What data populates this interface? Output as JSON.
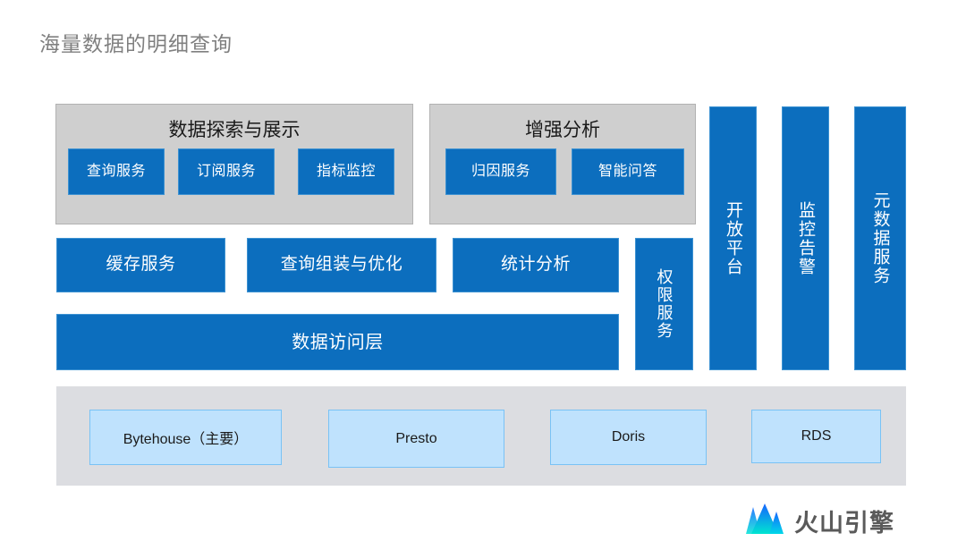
{
  "slide": {
    "title": "海量数据的明细查询",
    "colors": {
      "title_gray": "#808080",
      "panel_gray": "#cfcfcf",
      "panel_border": "#b2b2b2",
      "primary_blue": "#0C6EBE",
      "blue_border": "#3d92d2",
      "storage_band": "#dcdde1",
      "storage_fill": "#bfe2fd",
      "storage_border": "#79c2f5",
      "logo_blue": "#1664FF",
      "logo_cyan": "#00E5D1"
    }
  },
  "groups": [
    {
      "name": "data-exploration",
      "title": "数据探索与展示",
      "boxes": [
        {
          "label": "查询服务"
        },
        {
          "label": "订阅服务"
        },
        {
          "label": "指标监控"
        }
      ]
    },
    {
      "name": "augmented-analytics",
      "title": "增强分析",
      "boxes": [
        {
          "label": "归因服务"
        },
        {
          "label": "智能问答"
        }
      ]
    }
  ],
  "side_columns": [
    {
      "label": "开放平台"
    },
    {
      "label": "监控告警"
    },
    {
      "label": "元数据服务"
    }
  ],
  "service_row": [
    {
      "label": "缓存服务"
    },
    {
      "label": "查询组装与优化"
    },
    {
      "label": "统计分析"
    }
  ],
  "auth_column": {
    "label": "权限服务"
  },
  "data_access_layer": {
    "label": "数据访问层"
  },
  "storage": {
    "engines": [
      {
        "label": "Bytehouse（主要）"
      },
      {
        "label": "Presto"
      },
      {
        "label": "Doris"
      },
      {
        "label": "RDS"
      }
    ]
  },
  "logo": {
    "text": "火山引擎",
    "icon": "volcano-mountain-icon"
  }
}
